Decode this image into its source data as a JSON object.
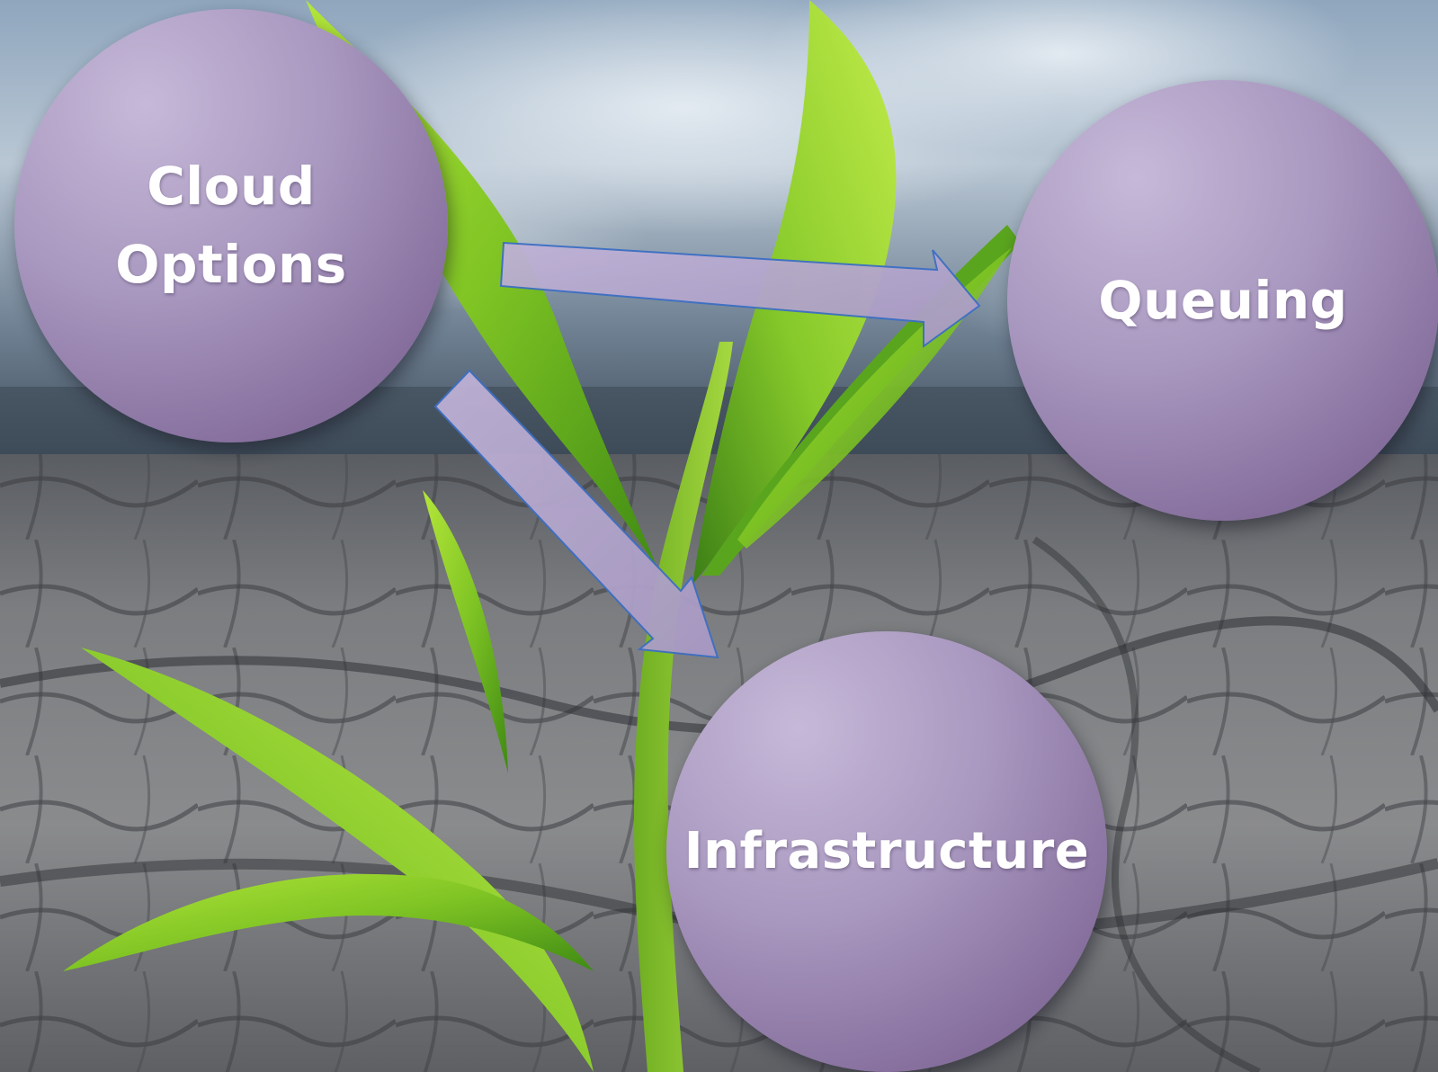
{
  "diagram": {
    "nodes": [
      {
        "id": "cloud-options",
        "label": "Cloud\nOptions"
      },
      {
        "id": "queuing",
        "label": "Queuing"
      },
      {
        "id": "infrastructure",
        "label": "Infrastructure"
      }
    ],
    "edges": [
      {
        "from": "cloud-options",
        "to": "queuing"
      },
      {
        "from": "cloud-options",
        "to": "infrastructure"
      }
    ]
  },
  "colors": {
    "node_fill": "#a897bf",
    "arrow_fill": "#b4a6cc",
    "arrow_stroke": "#3d6fc4",
    "text": "#ffffff"
  },
  "background": {
    "image": "green plant sprout growing out of cracked dry earth under a cloudy sky"
  }
}
